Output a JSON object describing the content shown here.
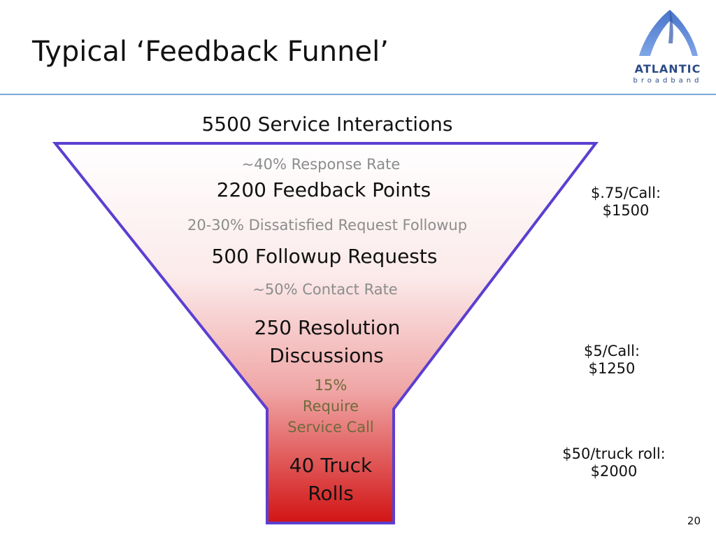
{
  "slide": {
    "title": "Typical ‘Feedback Funnel’",
    "page_number": "20"
  },
  "logo": {
    "name": "ATLANTIC",
    "tagline": "broadband"
  },
  "funnel": {
    "top_label": "5500 Service Interactions",
    "rate_1": "~40% Response Rate",
    "level_1": "2200 Feedback Points",
    "rate_2": "20-30% Dissatisfied Request Followup",
    "level_2": "500 Followup Requests",
    "rate_3": "~50% Contact Rate",
    "level_3_line1": "250 Resolution",
    "level_3_line2": "Discussions",
    "rate_4_line1": "15%",
    "rate_4_line2": "Require",
    "rate_4_line3": "Service Call",
    "level_4_line1": "40 Truck",
    "level_4_line2": "Rolls"
  },
  "costs": [
    {
      "line1": "$.75/Call:",
      "line2": "$1500"
    },
    {
      "line1": "$5/Call:",
      "line2": "$1250"
    },
    {
      "line1": "$50/truck roll:",
      "line2": "$2000"
    }
  ],
  "colors": {
    "funnel_outline": "#5b3fd1",
    "funnel_top": "#ffffff",
    "funnel_bottom": "#d21414",
    "rule": "#7aa6d6",
    "logo": "#2b4b86"
  }
}
